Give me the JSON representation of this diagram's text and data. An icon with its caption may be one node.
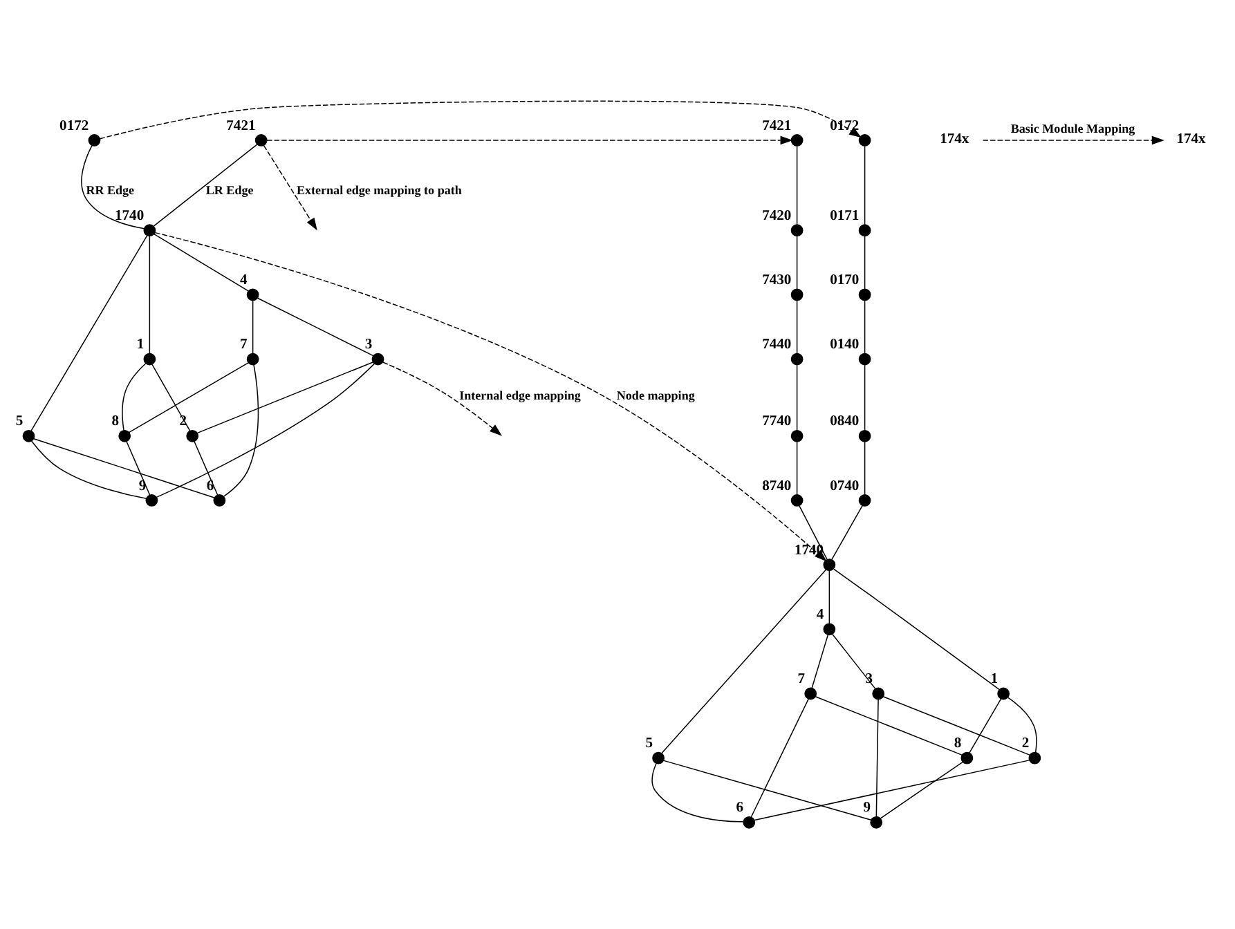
{
  "diagram": {
    "nodes": [
      {
        "text": [],
        "shape": "circle",
        "beside": [
          "0172"
        ]
      },
      {
        "text": [],
        "shape": "circle",
        "beside": [
          "7421"
        ]
      },
      {
        "text": [],
        "shape": "circle",
        "beside": [
          "1740"
        ]
      },
      {
        "text": [],
        "shape": "circle",
        "beside": [
          "5"
        ]
      },
      {
        "text": [],
        "shape": "circle",
        "beside": [
          "4"
        ]
      },
      {
        "text": [],
        "shape": "circle",
        "beside": [
          "1"
        ]
      },
      {
        "text": [],
        "shape": "circle",
        "beside": [
          "7"
        ]
      },
      {
        "text": [],
        "shape": "circle",
        "beside": [
          "8"
        ]
      },
      {
        "text": [],
        "shape": "circle",
        "beside": [
          "9"
        ]
      },
      {
        "text": [],
        "shape": "circle",
        "beside": [
          "6"
        ]
      },
      {
        "text": [],
        "shape": "circle",
        "beside": [
          "3"
        ]
      },
      {
        "text": [],
        "shape": "circle",
        "beside": [
          "2"
        ]
      },
      {
        "text": [],
        "shape": "circle",
        "beside": [
          "0172"
        ]
      },
      {
        "text": [],
        "shape": "circle",
        "beside": [
          "0171"
        ]
      },
      {
        "text": [],
        "shape": "circle",
        "beside": [
          "0170"
        ]
      },
      {
        "text": [],
        "shape": "circle",
        "beside": [
          "0140"
        ]
      },
      {
        "text": [],
        "shape": "circle",
        "beside": [
          "0840"
        ]
      },
      {
        "text": [],
        "shape": "circle",
        "beside": [
          "0740"
        ]
      },
      {
        "text": [],
        "shape": "circle",
        "beside": [
          "7421"
        ]
      },
      {
        "text": [],
        "shape": "circle",
        "beside": [
          "7420"
        ]
      },
      {
        "text": [],
        "shape": "circle",
        "beside": [
          "7430"
        ]
      },
      {
        "text": [],
        "shape": "circle",
        "beside": [
          "7440"
        ]
      },
      {
        "text": [],
        "shape": "circle",
        "beside": [
          "7740"
        ]
      },
      {
        "text": [],
        "shape": "circle",
        "beside": [
          "8740"
        ]
      },
      {
        "text": [],
        "shape": "circle",
        "beside": [
          "1740"
        ]
      },
      {
        "text": [],
        "shape": "circle",
        "beside": [
          "5"
        ]
      },
      {
        "text": [],
        "shape": "circle",
        "beside": [
          "4"
        ]
      },
      {
        "text": [],
        "shape": "circle",
        "beside": [
          "1"
        ]
      },
      {
        "text": [],
        "shape": "circle",
        "beside": [
          "7"
        ]
      },
      {
        "text": [],
        "shape": "circle",
        "beside": [
          "8"
        ]
      },
      {
        "text": [],
        "shape": "circle",
        "beside": [
          "9"
        ]
      },
      {
        "text": [],
        "shape": "circle",
        "beside": [
          "6"
        ]
      },
      {
        "text": [],
        "shape": "circle",
        "beside": [
          "3"
        ]
      },
      {
        "text": [],
        "shape": "circle",
        "beside": [
          "2"
        ]
      },
      {
        "text": [
          "174x"
        ]
      },
      {
        "text": [
          "174x"
        ]
      }
    ],
    "edges": [
      {
        "from": 0,
        "to": 2,
        "arrow": "none",
        "label": "RR Edge"
      },
      {
        "from": 1,
        "to": 2,
        "arrow": "none",
        "label": "LR Edge"
      },
      {
        "from": 2,
        "to": 3,
        "arrow": "none"
      },
      {
        "from": 2,
        "to": 4,
        "arrow": "none"
      },
      {
        "from": 2,
        "to": 5,
        "arrow": "none"
      },
      {
        "from": 4,
        "to": 10,
        "arrow": "none"
      },
      {
        "from": 5,
        "to": 11,
        "arrow": "none"
      },
      {
        "from": 10,
        "to": 11,
        "arrow": "none"
      },
      {
        "from": 4,
        "to": 6,
        "arrow": "none"
      },
      {
        "from": 5,
        "to": 7,
        "arrow": "none"
      },
      {
        "from": 10,
        "to": 8,
        "arrow": "none"
      },
      {
        "from": 11,
        "to": 9,
        "arrow": "none"
      },
      {
        "from": 3,
        "to": 8,
        "arrow": "none"
      },
      {
        "from": 3,
        "to": 9,
        "arrow": "none"
      },
      {
        "from": 6,
        "to": 7,
        "arrow": "none"
      },
      {
        "from": 6,
        "to": 9,
        "arrow": "none"
      },
      {
        "from": 7,
        "to": 8,
        "arrow": "none"
      },
      {
        "from": 12,
        "to": 13,
        "arrow": "none"
      },
      {
        "from": 13,
        "to": 14,
        "arrow": "none"
      },
      {
        "from": 14,
        "to": 15,
        "arrow": "none"
      },
      {
        "from": 15,
        "to": 16,
        "arrow": "none"
      },
      {
        "from": 16,
        "to": 17,
        "arrow": "none"
      },
      {
        "from": 17,
        "to": 24,
        "arrow": "none"
      },
      {
        "from": 18,
        "to": 19,
        "arrow": "none"
      },
      {
        "from": 19,
        "to": 20,
        "arrow": "none"
      },
      {
        "from": 20,
        "to": 21,
        "arrow": "none"
      },
      {
        "from": 21,
        "to": 22,
        "arrow": "none"
      },
      {
        "from": 22,
        "to": 23,
        "arrow": "none"
      },
      {
        "from": 23,
        "to": 24,
        "arrow": "none"
      },
      {
        "from": 24,
        "to": 25,
        "arrow": "none"
      },
      {
        "from": 24,
        "to": 26,
        "arrow": "none"
      },
      {
        "from": 24,
        "to": 27,
        "arrow": "none"
      },
      {
        "from": 26,
        "to": 32,
        "arrow": "none"
      },
      {
        "from": 27,
        "to": 33,
        "arrow": "none"
      },
      {
        "from": 32,
        "to": 33,
        "arrow": "none"
      },
      {
        "from": 26,
        "to": 28,
        "arrow": "none"
      },
      {
        "from": 27,
        "to": 29,
        "arrow": "none"
      },
      {
        "from": 32,
        "to": 30,
        "arrow": "none"
      },
      {
        "from": 33,
        "to": 31,
        "arrow": "none"
      },
      {
        "from": 25,
        "to": 30,
        "arrow": "none"
      },
      {
        "from": 25,
        "to": 31,
        "arrow": "none"
      },
      {
        "from": 28,
        "to": 29,
        "arrow": "none"
      },
      {
        "from": 28,
        "to": 31,
        "arrow": "none"
      },
      {
        "from": 29,
        "to": 30,
        "arrow": "none"
      },
      {
        "from": 0,
        "to": 12,
        "arrow": "to",
        "style": "dashed"
      },
      {
        "from": 1,
        "to": 18,
        "arrow": "to",
        "style": "dashed"
      },
      {
        "from": 1,
        "to": null,
        "arrow": "to",
        "style": "dashed",
        "label": "External edge mapping to path"
      },
      {
        "from": 2,
        "to": 24,
        "arrow": "to",
        "style": "dashed",
        "label": "Node mapping"
      },
      {
        "from": 34,
        "to": 35,
        "arrow": "to",
        "style": "dashed",
        "label": "Basic Module Mapping"
      },
      {
        "from": 10,
        "to": null,
        "arrow": "to",
        "style": "dashed",
        "label": "Internal edge mapping"
      }
    ]
  }
}
